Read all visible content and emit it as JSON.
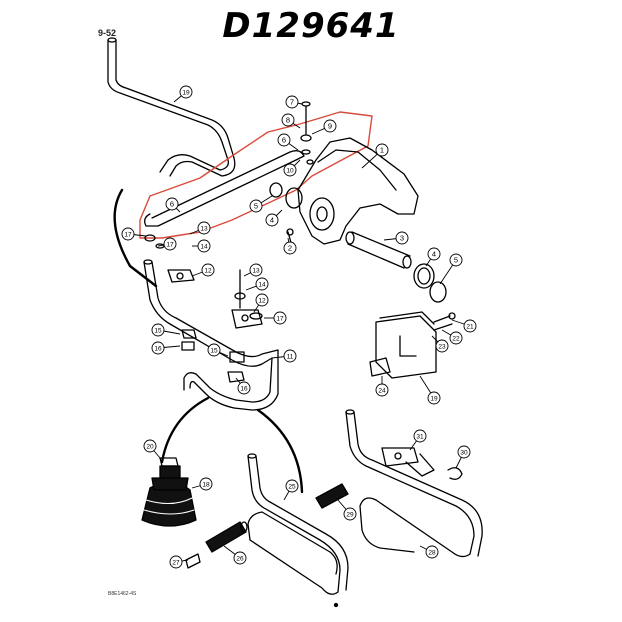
{
  "title": "D129641",
  "page_ref": "9-52",
  "drawing_id": "B8E1462-4S",
  "highlight_color": "#d94a3a",
  "callouts": [
    {
      "id": "c1",
      "label": "1"
    },
    {
      "id": "c2",
      "label": "2"
    },
    {
      "id": "c3",
      "label": "3"
    },
    {
      "id": "c4",
      "label": "4"
    },
    {
      "id": "c4b",
      "label": "4"
    },
    {
      "id": "c5",
      "label": "5"
    },
    {
      "id": "c5b",
      "label": "5"
    },
    {
      "id": "c6",
      "label": "6"
    },
    {
      "id": "c6b",
      "label": "6"
    },
    {
      "id": "c7",
      "label": "7"
    },
    {
      "id": "c8",
      "label": "8"
    },
    {
      "id": "c9",
      "label": "9"
    },
    {
      "id": "c10",
      "label": "10"
    },
    {
      "id": "c11",
      "label": "11"
    },
    {
      "id": "c12",
      "label": "12"
    },
    {
      "id": "c12b",
      "label": "12"
    },
    {
      "id": "c13",
      "label": "13"
    },
    {
      "id": "c13b",
      "label": "13"
    },
    {
      "id": "c14",
      "label": "14"
    },
    {
      "id": "c14b",
      "label": "14"
    },
    {
      "id": "c15",
      "label": "15"
    },
    {
      "id": "c15b",
      "label": "15"
    },
    {
      "id": "c16",
      "label": "16"
    },
    {
      "id": "c16b",
      "label": "16"
    },
    {
      "id": "c17",
      "label": "17"
    },
    {
      "id": "c17b",
      "label": "17"
    },
    {
      "id": "c17c",
      "label": "17"
    },
    {
      "id": "c18",
      "label": "18"
    },
    {
      "id": "c19",
      "label": "19"
    },
    {
      "id": "c20",
      "label": "20"
    },
    {
      "id": "c21",
      "label": "21"
    },
    {
      "id": "c22",
      "label": "22"
    },
    {
      "id": "c23",
      "label": "23"
    },
    {
      "id": "c24",
      "label": "24"
    },
    {
      "id": "c25",
      "label": "25"
    },
    {
      "id": "c26",
      "label": "26"
    },
    {
      "id": "c27",
      "label": "27"
    },
    {
      "id": "c28",
      "label": "28"
    },
    {
      "id": "c29",
      "label": "29"
    },
    {
      "id": "c30",
      "label": "30"
    },
    {
      "id": "c31",
      "label": "31"
    },
    {
      "id": "c19b",
      "label": "19"
    }
  ]
}
